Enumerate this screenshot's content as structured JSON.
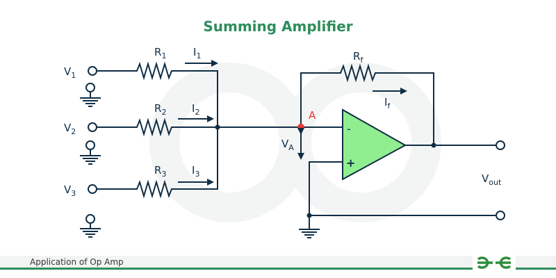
{
  "title": "Summing Amplifier",
  "footer": {
    "caption": "Application of Op Amp",
    "logo": "geeksforgeeks-logo"
  },
  "colors": {
    "title": "#2f8d5b",
    "wire": "#0f2d45",
    "node_a": "#e53935",
    "opamp_fill": "#90ee90",
    "footer_line": "#2f8d5b"
  },
  "inputs": [
    {
      "voltage": "V",
      "voltage_sub": "1",
      "resistor": "R",
      "resistor_sub": "1",
      "current": "I",
      "current_sub": "1"
    },
    {
      "voltage": "V",
      "voltage_sub": "2",
      "resistor": "R",
      "resistor_sub": "2",
      "current": "I",
      "current_sub": "2"
    },
    {
      "voltage": "V",
      "voltage_sub": "3",
      "resistor": "R",
      "resistor_sub": "3",
      "current": "I",
      "current_sub": "3"
    }
  ],
  "feedback": {
    "resistor": "R",
    "resistor_sub": "f",
    "current": "I",
    "current_sub": "f"
  },
  "node": {
    "label": "A",
    "voltage": "V",
    "voltage_sub": "A"
  },
  "opamp": {
    "inverting": "-",
    "non_inverting": "+"
  },
  "output": {
    "label": "V",
    "label_sub": "out"
  }
}
